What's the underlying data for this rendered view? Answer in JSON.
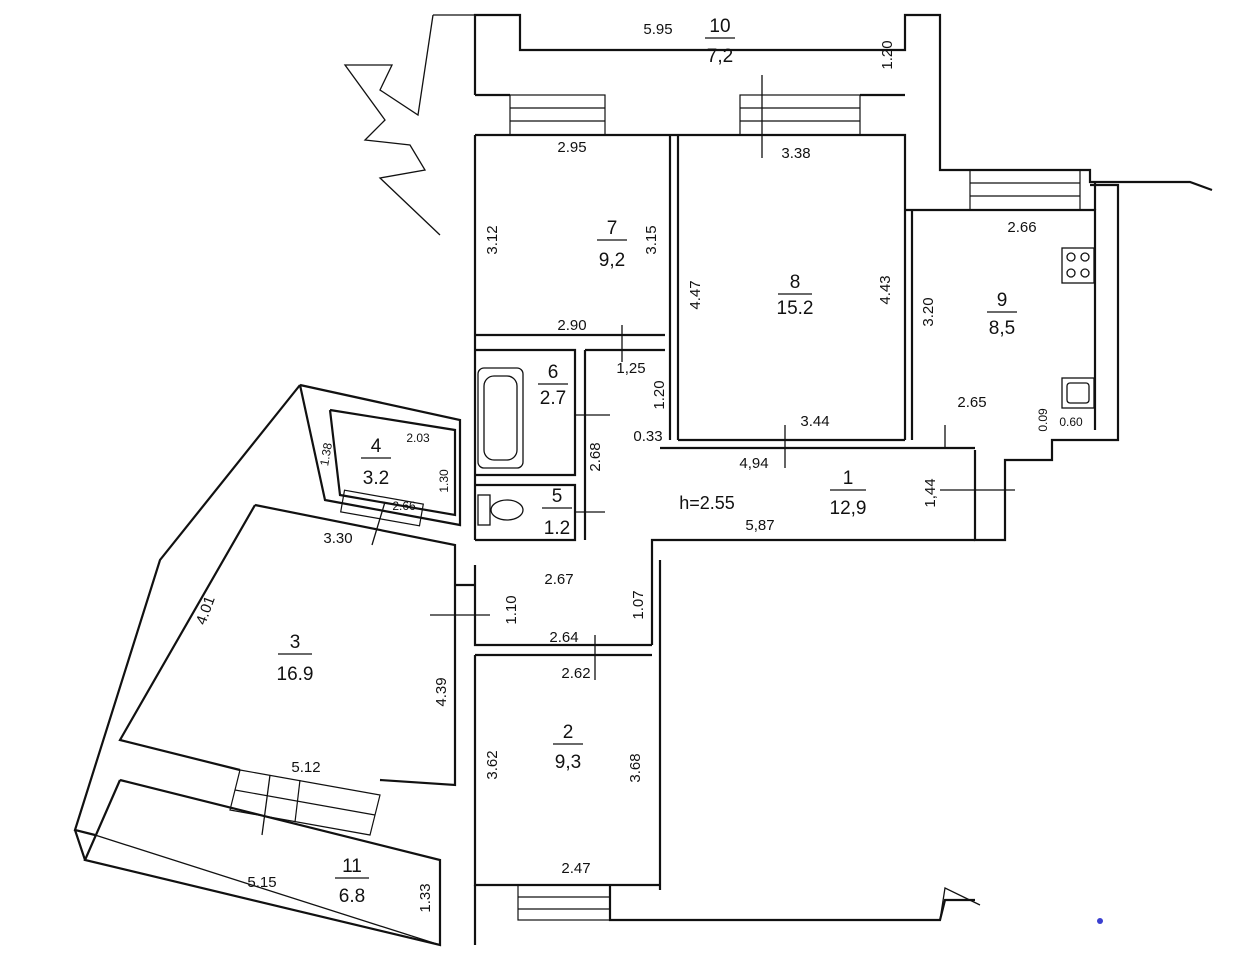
{
  "rooms": [
    {
      "id": "r1",
      "number": "1",
      "area": "12,9"
    },
    {
      "id": "r2",
      "number": "2",
      "area": "9,3"
    },
    {
      "id": "r3",
      "number": "3",
      "area": "16.9"
    },
    {
      "id": "r4",
      "number": "4",
      "area": "3.2"
    },
    {
      "id": "r5",
      "number": "5",
      "area": "1.2"
    },
    {
      "id": "r6",
      "number": "6",
      "area": "2.7"
    },
    {
      "id": "r7",
      "number": "7",
      "area": "9,2"
    },
    {
      "id": "r8",
      "number": "8",
      "area": "15.2"
    },
    {
      "id": "r9",
      "number": "9",
      "area": "8,5"
    },
    {
      "id": "r10",
      "number": "10",
      "area": "7,2"
    },
    {
      "id": "r11",
      "number": "11",
      "area": "6.8"
    }
  ],
  "ceiling_height": "h=2.55",
  "dimensions": {
    "d10_len": "5.95",
    "d10_w": "1.20",
    "d7_top": "2.95",
    "d7_left": "3.12",
    "d7_right": "3.15",
    "d7_bottom": "2.90",
    "d8_top": "3.38",
    "d8_left": "4.47",
    "d8_right": "4.43",
    "d8_bottom": "3.44",
    "d9_top": "2.66",
    "d9_left": "3.20",
    "d9_bottom": "2.65",
    "d9_small1": "0.09",
    "d9_small2": "0.60",
    "d_hall_125": "1,25",
    "d_hall_120": "1.20",
    "d_hall_033": "0.33",
    "d1_494": "4,94",
    "d1_587": "5,87",
    "d1_144": "1,44",
    "d6_268": "2.68",
    "d4_138": "1.38",
    "d4_203": "2.03",
    "d4_130": "1.30",
    "d4_266": "2.66",
    "d3_330": "3.30",
    "d3_401": "4.01",
    "d3_439": "4.39",
    "d3_512": "5.12",
    "dc_267": "2.67",
    "dc_110": "1.10",
    "dc_107": "1.07",
    "dc_264": "2.64",
    "d2_262": "2.62",
    "d2_362": "3.62",
    "d2_368": "3.68",
    "d2_247": "2.47",
    "d11_515": "5.15",
    "d11_133": "1.33"
  }
}
